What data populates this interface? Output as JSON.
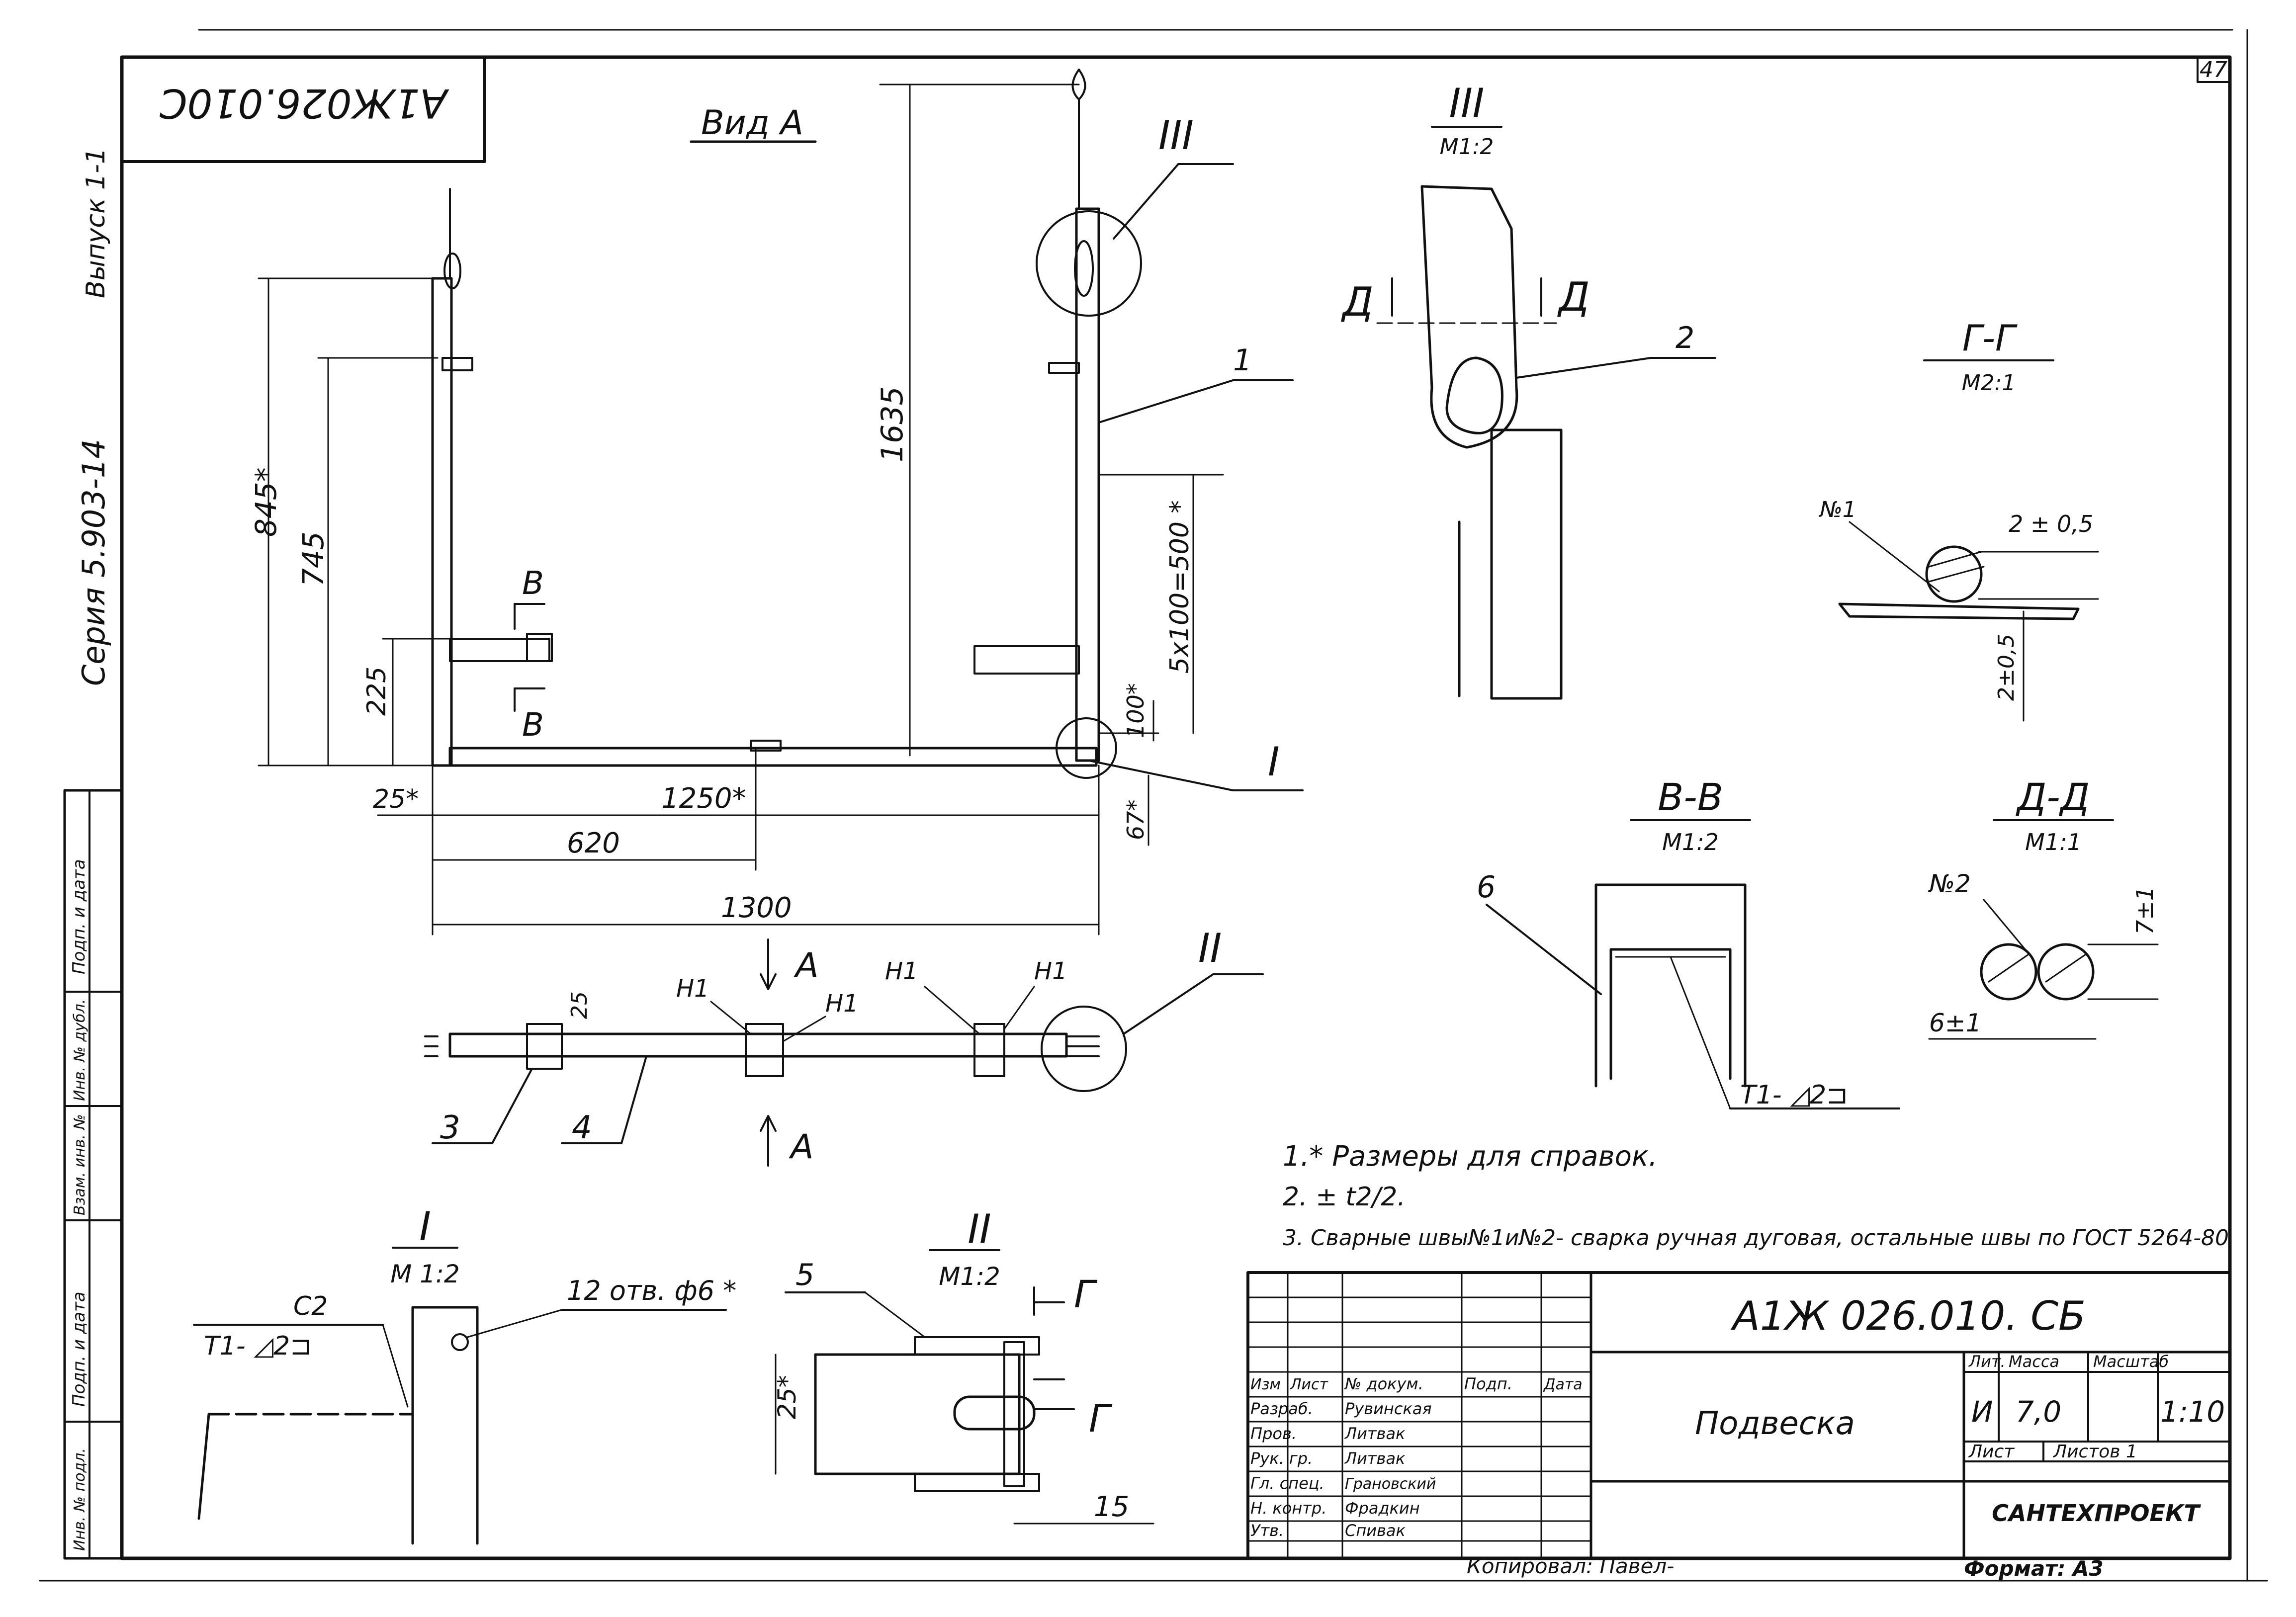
{
  "sheet": {
    "mirrored_code": "А1Ж026.010С",
    "page_number": "47",
    "side_text": {
      "series": "Серия 5.903-14",
      "issue": "Выпуск 1-1"
    },
    "left_strip_labels": [
      "Подп. и дата",
      "Инв. № дубл.",
      "Взам. инв. №",
      "Подп. и дата",
      "Инв. № подл."
    ]
  },
  "views": {
    "view_a_title": "Вид А",
    "section_b": "В",
    "callout_1": "1",
    "callout_I": "I",
    "callout_II": "II",
    "callout_III": "III",
    "dimensions": {
      "d845": "845*",
      "d745": "745",
      "d225": "225",
      "d25": "25*",
      "d1250": "1250*",
      "d620": "620",
      "d1300": "1300",
      "d1635": "1635",
      "d5x100": "5х100=500 *",
      "d100": "100*",
      "d67": "67*",
      "d25b": "25"
    },
    "plan": {
      "arrow_a": "А",
      "h1_a": "Н1",
      "h1_b": "Н1",
      "h1_c": "Н1",
      "h1_d": "Н1",
      "item3": "3",
      "item4": "4"
    },
    "detail_III": {
      "title": "III",
      "scale": "М1:2",
      "cut": "Д",
      "item2": "2"
    },
    "section_gg": {
      "title": "Г-Г",
      "scale": "М2:1",
      "weld": "№1",
      "dim_a": "2 ± 0,5",
      "dim_b": "2±0,5"
    },
    "section_vv": {
      "title": "В-В",
      "scale": "М1:2",
      "item6": "6",
      "weld": "Т1- ◿2⊐"
    },
    "section_dd": {
      "title": "Д-Д",
      "scale": "М1:1",
      "weld": "№2",
      "dim_a": "7±1",
      "dim_b": "6±1"
    },
    "detail_I": {
      "title": "I",
      "scale": "М 1:2",
      "c2": "С2",
      "weld": "Т1- ◿2⊐",
      "holes": "12 отв. ф6 *"
    },
    "detail_II": {
      "title": "II",
      "scale": "М1:2",
      "item5": "5",
      "cut": "Г",
      "dim25": "25*",
      "dim15": "15"
    }
  },
  "notes": [
    "1.* Размеры для справок.",
    "2. ± t2/2.",
    "3. Сварные швы№1и№2- сварка ручная дуговая, остальные швы по ГОСТ 5264-80"
  ],
  "title_block": {
    "designation": "А1Ж 026.010. СБ",
    "name": "Подвеска",
    "headers": [
      "Изм",
      "Лист",
      "№ докум.",
      "Подп.",
      "Дата"
    ],
    "staff": [
      {
        "role": "Разраб.",
        "person": "Рувинская"
      },
      {
        "role": "Пров.",
        "person": "Литвак"
      },
      {
        "role": "Рук. гр.",
        "person": "Литвак"
      },
      {
        "role": "Гл. спец.",
        "person": "Грановский"
      },
      {
        "role": "Н. контр.",
        "person": "Фрадкин"
      },
      {
        "role": "Утв.",
        "person": "Спивак"
      }
    ],
    "lit_label": "Лит.",
    "mass_label": "Масса",
    "scale_label": "Масштаб",
    "lit_value": "И",
    "mass_value": "7,0",
    "scale_value": "1:10",
    "sheet_label": "Лист",
    "sheets_label": "Листов 1",
    "org": "САНТЕХПРОЕКТ",
    "copied": "Копировал: Павел-",
    "format": "Формат: А3"
  }
}
